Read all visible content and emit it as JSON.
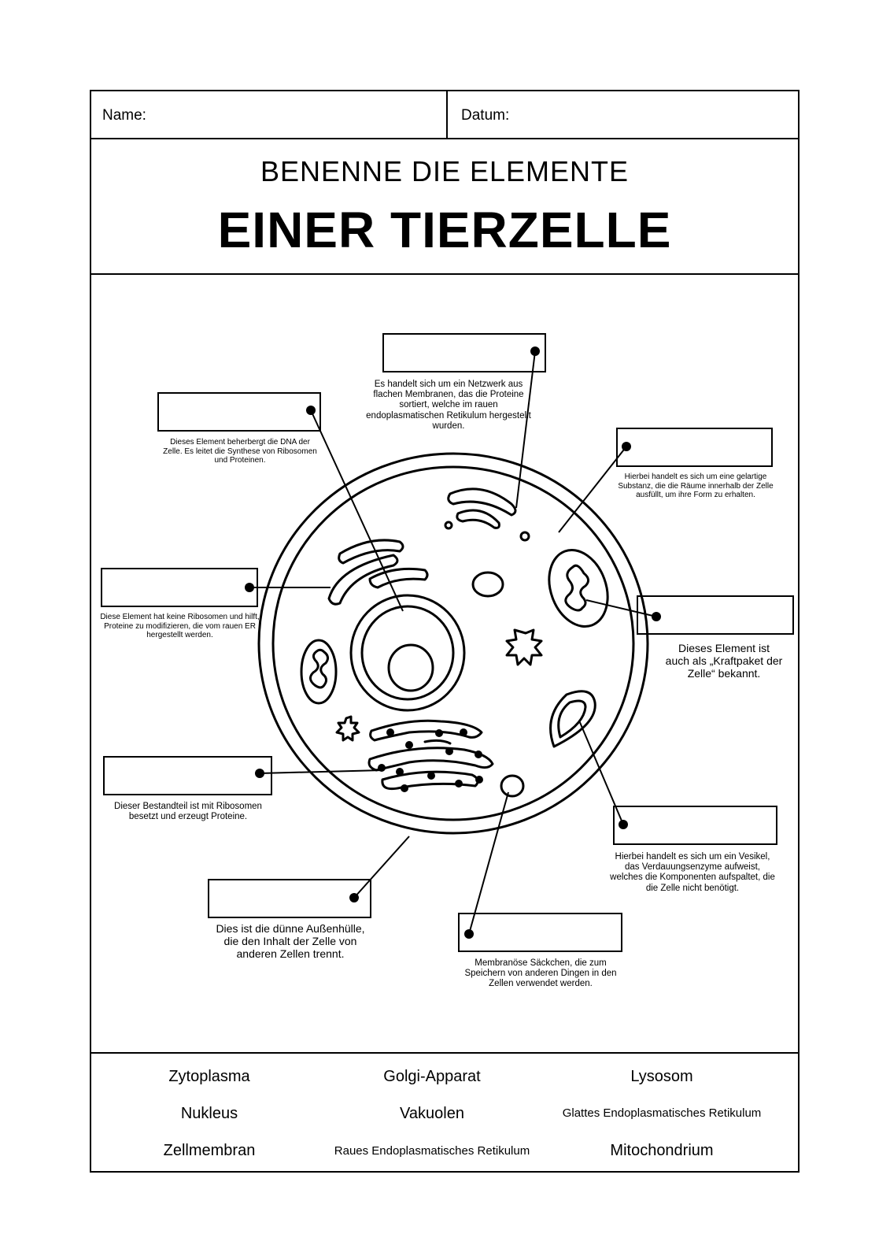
{
  "header": {
    "name_label": "Name:",
    "date_label": "Datum:"
  },
  "title": {
    "line1": "BENENNE DIE ELEMENTE",
    "line2": "EINER TIERZELLE"
  },
  "descriptions": {
    "golgi": "Es handelt sich um ein Netzwerk aus flachen Membranen, das die Proteine sortiert, welche im rauen endoplasmatischen Retikulum hergestellt wurden.",
    "nucleus": "Dieses Element beherbergt die DNA der Zelle. Es leitet die Synthese von Ribosomen und Proteinen.",
    "cytoplasm": "Hierbei handelt es sich um eine gelartige Substanz, die die Räume innerhalb der Zelle ausfüllt, um ihre Form zu erhalten.",
    "smooth_er": "Diese Element hat keine Ribosomen und hilft, Proteine zu modifizieren, die vom rauen ER hergestellt werden.",
    "mitochondrion": "Dieses Element ist auch als „Kraftpaket der Zelle“ bekannt.",
    "rough_er": "Dieser Bestandteil ist mit Ribosomen besetzt und erzeugt Proteine.",
    "lysosome": "Hierbei handelt es sich um ein Vesikel, das Verdauungsenzyme aufweist, welches die Komponenten aufspaltet, die die Zelle nicht benötigt.",
    "membrane": "Dies ist die dünne Außenhülle, die den Inhalt der Zelle von anderen Zellen trennt.",
    "vacuole": "Membranöse Säckchen, die zum Speichern von anderen Dingen in den Zellen verwendet werden."
  },
  "word_bank": [
    "Zytoplasma",
    "Golgi-Apparat",
    "Lysosom",
    "Nukleus",
    "Vakuolen",
    "Glattes Endoplasmatisches Retikulum",
    "Zellmembran",
    "Raues Endoplasmatisches Retikulum",
    "Mitochondrium"
  ]
}
